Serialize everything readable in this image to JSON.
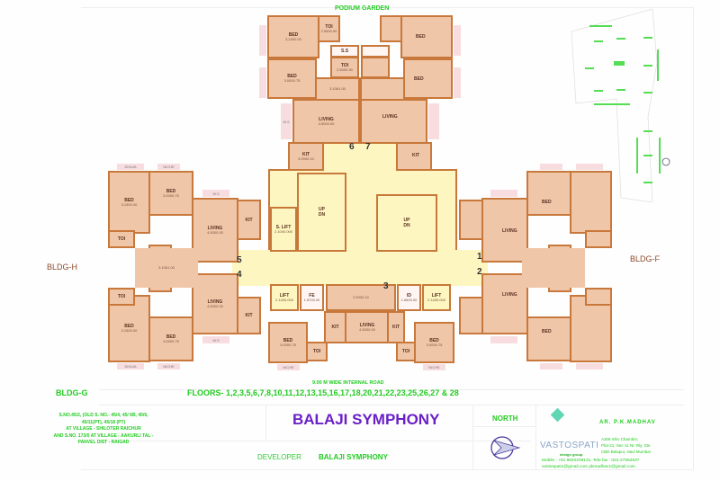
{
  "top": {
    "podium": "PODIUM GARDEN"
  },
  "labels": {
    "bldg_h": "BLDG-H",
    "bldg_f": "BLDG-F",
    "bldg_g": "BLDG-G",
    "road": "9.00 M WIDE INTERNAL ROAD"
  },
  "rooms": {
    "bed": "BED",
    "toi": "TOI",
    "ss": "S.S",
    "living": "LIVING",
    "kit": "KIT",
    "lift": "LIFT",
    "slift": "S. LIFT",
    "fe": "FE",
    "id": "ID",
    "dhaja": "DHAJA",
    "ws": "W.S",
    "niche": "NICHE",
    "up": "UP",
    "dn": "DN"
  },
  "dims": {
    "bed1": "3.1500.00",
    "bed2": "3.0000.75",
    "toi": "2.5000.90",
    "pass": "3.1061.00",
    "living": "4.5000.00",
    "kit": "3.0000.10",
    "slift": "2.1000.000",
    "lift": "2.1400.000",
    "fe": "1.8700.00",
    "id": "1.6600.00",
    "lobby": "2.5900.10"
  },
  "flat_numbers": [
    "1",
    "2",
    "3",
    "4",
    "5",
    "6",
    "7"
  ],
  "title_block": {
    "floors": "FLOORS- 1,2,3,5,6,7,8,10,11,12,13,15,16,17,18,20,21,22,23,25,26,27 & 28",
    "address": [
      "S.NO.45/2, (OLD S. NO.- 45/4, 45/ 6B, 45/9, 45/11(PT), 45/18 (PT)",
      "AT VILLAGE - SHILOTER RAICHUR",
      "AND S.NO. 173/0 AT VILLAGE - AAKURLI TAL - PANVEL DIST - RAIGAD"
    ],
    "project": "BALAJI SYMPHONY",
    "north": "NORTH",
    "architect": "AR. P.K.MADHAV",
    "firm": "VASTOSPATI",
    "firm_tag": "design group",
    "firm_address": [
      "A305 Shiv Chamber,",
      "Plot-21, Sec-11 Nr. Rly. Stn.",
      "CBD Belapur, Navi Mumbai"
    ],
    "contact": [
      "Mobile : +91 9820209131, Tele fax : 022-27562637",
      "vastospati1@gmail.com  pkmadhav1@gmail.com"
    ],
    "developer_label": "DEVELOPER",
    "developer": "BALAJI SYMPHONY"
  },
  "colors": {
    "room": "#f0c6a8",
    "wall": "#c8783a",
    "core": "#fdf6c0",
    "green": "#22cc22",
    "purple": "#6a1fc8",
    "teal": "#5fd6b4"
  }
}
